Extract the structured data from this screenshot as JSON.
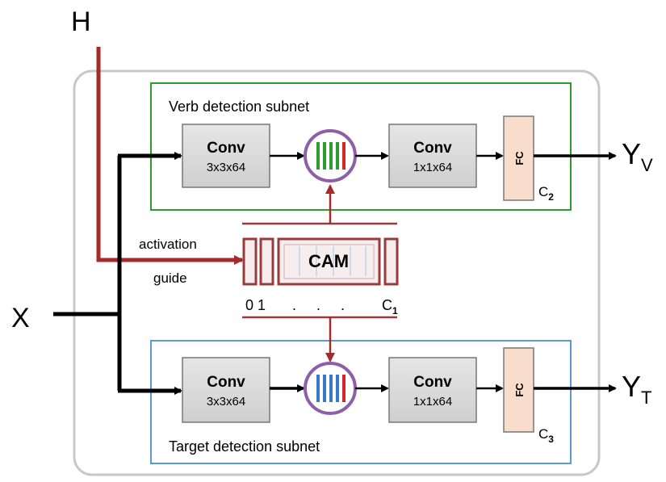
{
  "inputs": {
    "h": "H",
    "x": "X"
  },
  "verb_subnet": {
    "title": "Verb detection subnet",
    "conv1": {
      "name": "Conv",
      "spec": "3x3x64"
    },
    "conv2": {
      "name": "Conv",
      "spec": "1x1x64"
    },
    "fc": "FC",
    "channels": {
      "base": "C",
      "sub": "2"
    },
    "output": {
      "base": "Y",
      "sub": "V"
    },
    "border_color": "#2e9b2e"
  },
  "target_subnet": {
    "title": "Target detection subnet",
    "conv1": {
      "name": "Conv",
      "spec": "3x3x64"
    },
    "conv2": {
      "name": "Conv",
      "spec": "1x1x64"
    },
    "fc": "FC",
    "channels": {
      "base": "C",
      "sub": "3"
    },
    "output": {
      "base": "Y",
      "sub": "T"
    },
    "border_color": "#5b9bd5"
  },
  "cam": {
    "label": "CAM",
    "index_start": "0 1",
    "dots": ".     .     .",
    "index_end": {
      "base": "C",
      "sub": "1"
    },
    "guide_line1": "activation",
    "guide_line2": "guide",
    "color": "#9a3b3b"
  }
}
